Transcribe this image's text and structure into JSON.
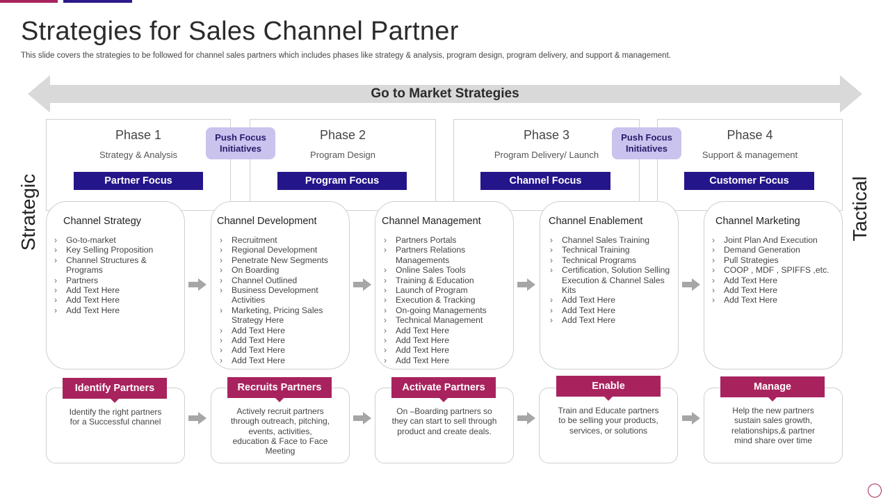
{
  "title": "Strategies for Sales Channel Partner",
  "subtitle": "This slide covers the strategies to be followed for channel sales partners which includes phases like strategy & analysis, program design, program delivery, and support & management.",
  "banner": "Go to Market Strategies",
  "side_left": "Strategic",
  "side_right": "Tactical",
  "push_label": "Push Focus Initiatives",
  "phases": [
    {
      "name": "Phase 1",
      "sub": "Strategy & Analysis",
      "focus": "Partner Focus"
    },
    {
      "name": "Phase 2",
      "sub": "Program  Design",
      "focus": "Program Focus"
    },
    {
      "name": "Phase 3",
      "sub": "Program  Delivery/ Launch",
      "focus": "Channel Focus"
    },
    {
      "name": "Phase 4",
      "sub": "Support  & management",
      "focus": "Customer Focus"
    }
  ],
  "cards": [
    {
      "title": "Channel Strategy",
      "items": [
        "Go-to-market",
        "Key Selling Proposition",
        "Channel Structures & Programs",
        "Partners",
        "Add Text Here",
        "Add Text Here",
        "Add Text Here"
      ]
    },
    {
      "title": "Channel Development",
      "items": [
        "Recruitment",
        "Regional Development",
        "Penetrate New Segments",
        "On Boarding",
        "Channel Outlined",
        "Business Development Activities",
        "Marketing, Pricing Sales Strategy Here",
        "Add Text Here",
        "Add Text Here",
        "Add Text Here",
        "Add Text Here"
      ]
    },
    {
      "title": "Channel Management",
      "items": [
        "Partners Portals",
        "Partners Relations Managements",
        "Online Sales Tools",
        "Training & Education",
        "Launch of Program",
        "Execution & Tracking",
        "On-going Managements",
        "Technical Management",
        "Add Text Here",
        "Add Text Here",
        "Add Text Here",
        " Add Text Here"
      ]
    },
    {
      "title": "Channel Enablement",
      "items": [
        "Channel Sales Training",
        "Technical Training",
        "Technical Programs",
        "Certification, Solution Selling Execution & Channel Sales Kits",
        "Add Text Here",
        "Add Text Here",
        "Add Text Here"
      ]
    },
    {
      "title": "Channel Marketing",
      "items": [
        "Joint Plan And Execution",
        "Demand Generation",
        "Pull Strategies",
        "COOP , MDF , SPIFFS ,etc.",
        "Add Text Here",
        "Add Text Here",
        "Add Text Here"
      ]
    }
  ],
  "steps": [
    {
      "label": "Identify Partners",
      "text": "Identify the right partners for a Successful channel"
    },
    {
      "label": "Recruits Partners",
      "text": "Actively  recruit partners through outreach, pitching, events, activities, education & Face to Face Meeting"
    },
    {
      "label": "Activate Partners",
      "text": "On –Boarding partners so they can start to  sell through product and create deals."
    },
    {
      "label": "Enable",
      "text": "Train and Educate partners to be selling your products, services, or solutions"
    },
    {
      "label": "Manage",
      "text": "Help the new partners sustain sales growth, relationships,& partner mind share over time"
    }
  ],
  "colors": {
    "navy": "#24158a",
    "magenta": "#a8235e",
    "lavender": "#c9c3ee",
    "banner_gray": "#d9d9d9"
  }
}
